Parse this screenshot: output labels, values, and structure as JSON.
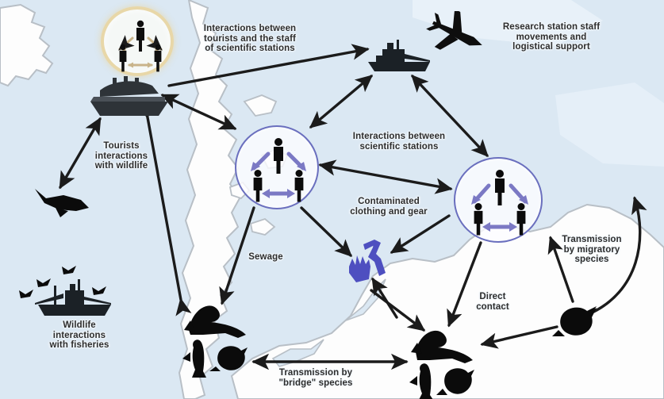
{
  "figure": {
    "domain": "diagram",
    "background_sea_color": "#dbe8f3",
    "background_land_color": "#fdfdfd",
    "coastline_color": "#b8bfc6"
  },
  "labels": {
    "tourists_staff": "Interactions between\ntourists and the staff\nof scientific stations",
    "research_staff": "Research station staff\nmovements and\nlogistical support",
    "between_stations": "Interactions between\nscientific stations",
    "contaminated_gear": "Contaminated\nclothing and gear",
    "tourists_wildlife": "Tourists\ninteractions\nwith wildlife",
    "wildlife_fisheries": "Wildlife\ninteractions\nwith fisheries",
    "sewage": "Sewage",
    "migratory": "Transmission\nby migratory\nspecies",
    "direct_contact": "Direct\ncontact",
    "bridge_species": "Transmission by\n\"bridge\" species"
  },
  "nodes": [
    {
      "id": "tourist-group-circle",
      "icon": "tourist-group-icon",
      "ring_color": "#e8d7a8",
      "arrow_color": "#c9b48a",
      "figures": 3
    },
    {
      "id": "cruise-ship",
      "icon": "cruise-ship-icon"
    },
    {
      "id": "research-vessel",
      "icon": "research-vessel-icon"
    },
    {
      "id": "airplane",
      "icon": "airplane-icon"
    },
    {
      "id": "station-staff-circle-left",
      "icon": "station-staff-group-icon",
      "ring_color": "#6a6fbe",
      "arrow_color": "#7b79c4",
      "figures": 3
    },
    {
      "id": "station-staff-circle-right",
      "icon": "station-staff-group-icon",
      "ring_color": "#6a6fbe",
      "arrow_color": "#7b79c4",
      "figures": 3
    },
    {
      "id": "contaminated-gear",
      "icon": "glove-and-boot-icon",
      "color": "#4e4fc0"
    },
    {
      "id": "whale",
      "icon": "whale-icon"
    },
    {
      "id": "fishing-vessel",
      "icon": "fishing-vessel-icon"
    },
    {
      "id": "seabirds-flock",
      "icon": "seabird-icon"
    },
    {
      "id": "wildlife-cluster-left",
      "icon": "seal-penguin-bird-icon"
    },
    {
      "id": "wildlife-cluster-right",
      "icon": "seal-penguin-bird-icon"
    },
    {
      "id": "migratory-bird",
      "icon": "bird-icon"
    }
  ],
  "arrow_color": "#1b1b1b"
}
